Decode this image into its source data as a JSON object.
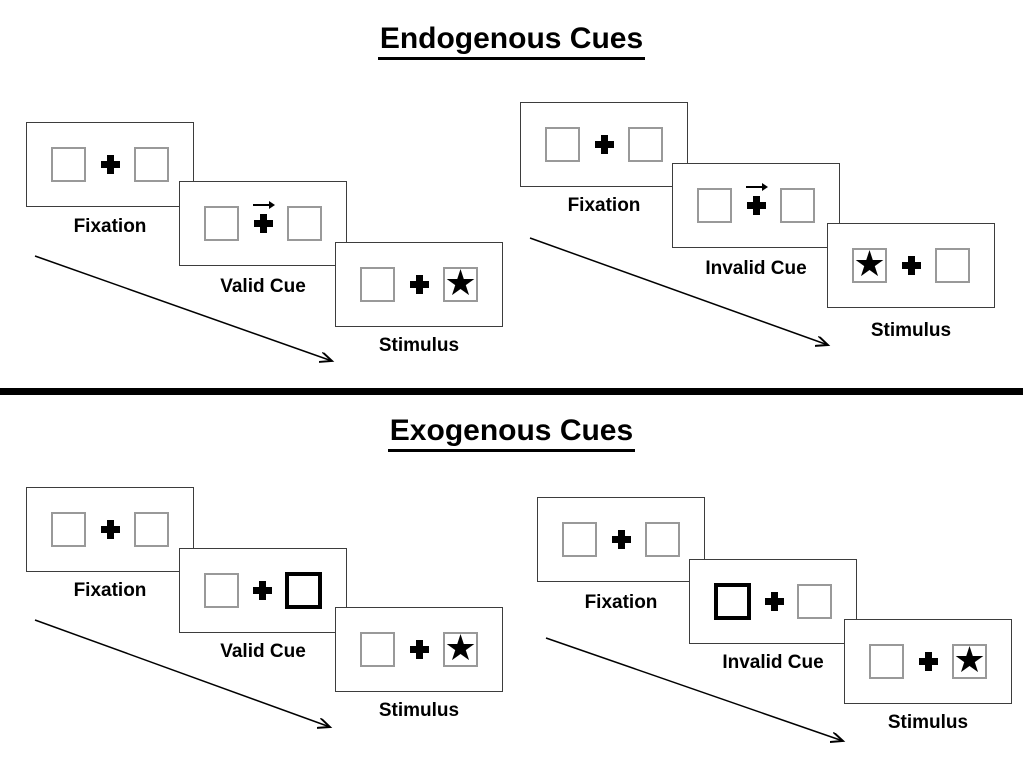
{
  "diagram": {
    "sections": [
      {
        "title": "Endogenous Cues",
        "groups": [
          {
            "type": "valid",
            "fixation_label": "Fixation",
            "cue_label": "Valid Cue",
            "stimulus_label": "Stimulus",
            "cue_symbol": "right-arrow-above-cross",
            "stimulus_side": "right"
          },
          {
            "type": "invalid",
            "fixation_label": "Fixation",
            "cue_label": "Invalid Cue",
            "stimulus_label": "Stimulus",
            "cue_symbol": "right-arrow-above-cross",
            "stimulus_side": "left"
          }
        ]
      },
      {
        "title": "Exogenous Cues",
        "groups": [
          {
            "type": "valid",
            "fixation_label": "Fixation",
            "cue_label": "Valid Cue",
            "stimulus_label": "Stimulus",
            "cue_symbol": "highlighted-right-box",
            "stimulus_side": "right"
          },
          {
            "type": "invalid",
            "fixation_label": "Fixation",
            "cue_label": "Invalid Cue",
            "stimulus_label": "Stimulus",
            "cue_symbol": "highlighted-left-box",
            "stimulus_side": "right"
          }
        ]
      }
    ],
    "symbols": {
      "star": "★"
    },
    "colors": {
      "text": "#000000",
      "panel_border": "#3d3d3d",
      "box_border": "#999999",
      "cue_highlight_border": "#000000",
      "divider": "#000000",
      "background": "#ffffff"
    }
  }
}
